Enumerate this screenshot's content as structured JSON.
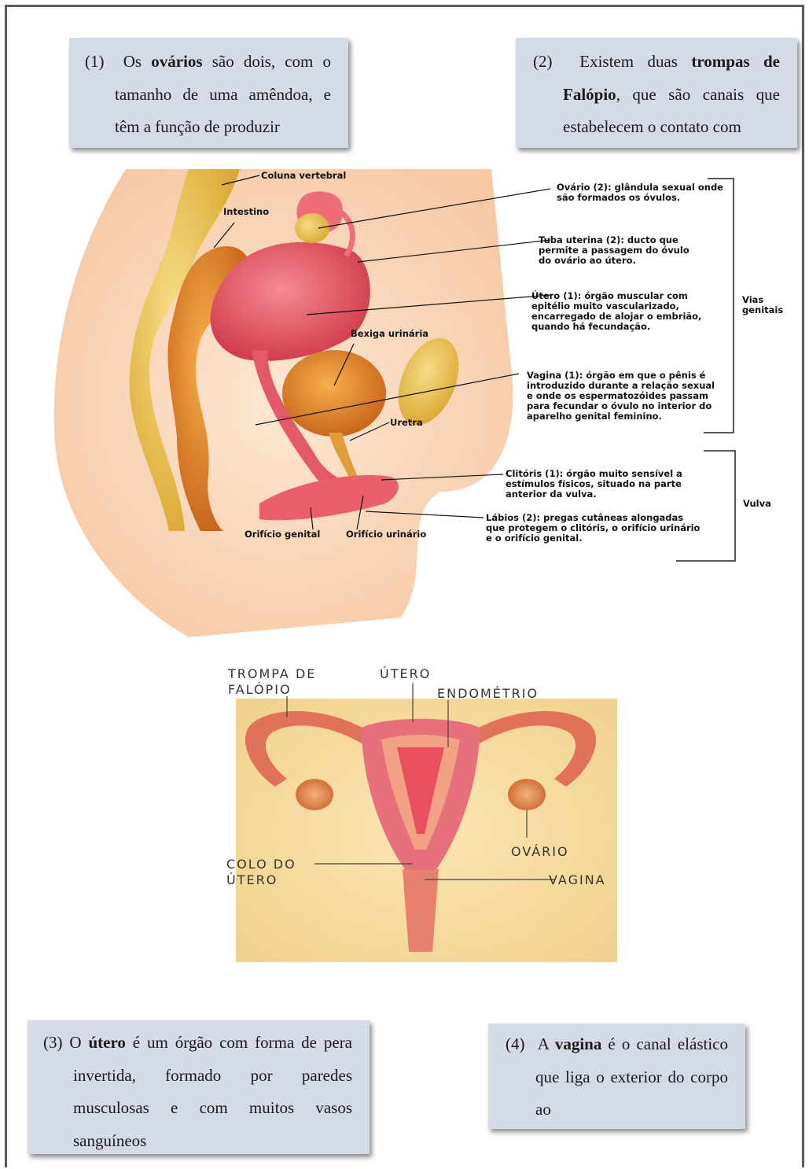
{
  "boxes": {
    "b1": {
      "num": "(1)",
      "pre": "Os ",
      "bold": "ovários",
      "post": " são dois, com o tamanho de uma amêndoa, e têm a função de produzir"
    },
    "b2": {
      "num": "(2)",
      "pre": "Existem duas ",
      "bold": "trompas de Falópio",
      "post": ", que são canais que estabelecem o contato com"
    },
    "b3": {
      "num": "(3)",
      "pre": "O ",
      "bold": "útero",
      "post": " é um órgão com forma de pera invertida, formado por paredes musculosas e com muitos vasos sanguíneos"
    },
    "b4": {
      "num": "(4)",
      "pre": "A ",
      "bold": "vagina",
      "post": " é o canal elástico que liga o exterior do corpo ao"
    }
  },
  "diagram1": {
    "labels": {
      "coluna": "Coluna vertebral",
      "intestino": "Intestino",
      "bexiga": "Bexiga urinária",
      "uretra": "Uretra",
      "orificio_genital": "Orifício genital",
      "orificio_urinario": "Orifício urinário"
    },
    "descriptions": {
      "ovario_1": "Ovário (2): glândula sexual onde",
      "ovario_2": "são formados os óvulos.",
      "tuba_1": "Tuba uterina (2): ducto que",
      "tuba_2": "permite a passagem do óvulo",
      "tuba_3": "do ovário ao útero.",
      "utero_1": "Útero (1): órgão muscular com",
      "utero_2": "epitélio muito vascularizado,",
      "utero_3": "encarregado de alojar o embrião,",
      "utero_4": "quando há fecundação.",
      "vagina_1": "Vagina (1): órgão em que o pênis é",
      "vagina_2": "introduzido durante a relação sexual",
      "vagina_3": "e onde os espermatozóides passam",
      "vagina_4": "para fecundar o óvulo no interior do",
      "vagina_5": "aparelho genital feminino.",
      "clitoris_1": "Clitóris (1): órgão muito sensível a",
      "clitoris_2": "estímulos físicos, situado na parte",
      "clitoris_3": "anterior da vulva.",
      "labios_1": "Lábios (2): pregas cutâneas alongadas",
      "labios_2": "que protegem o clitóris, o orifício urinário",
      "labios_3": "e o orifício genital."
    },
    "groups": {
      "vias_1": "Vias",
      "vias_2": "genitais",
      "vulva": "Vulva"
    }
  },
  "diagram2": {
    "trompa_1": "TROMPA DE",
    "trompa_2": "FALÓPIO",
    "utero": "ÚTERO",
    "endometrio": "ENDOMÉTRIO",
    "ovario": "OVÁRIO",
    "colo_1": "COLO DO",
    "colo_2": "ÚTERO",
    "vagina": "VAGINA"
  },
  "colors": {
    "box_bg": "#d5dbe6",
    "skin": "#f9dcc2",
    "organ_red": "#e25663",
    "intestine": "#f09a3a",
    "bladder": "#e8872b",
    "bone": "#e9c24f"
  }
}
